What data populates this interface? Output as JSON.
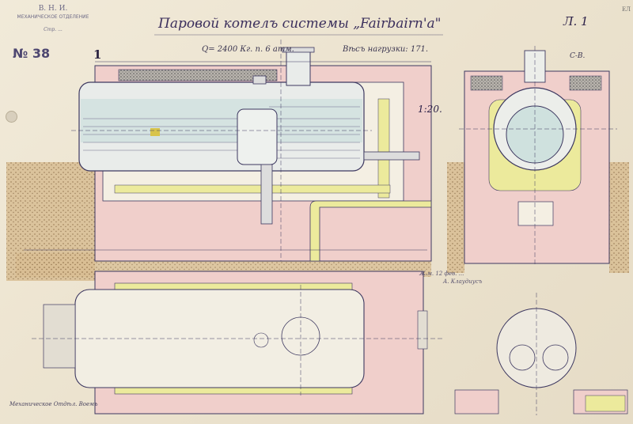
{
  "stamp": {
    "line1": "В. Н. И.",
    "line2": "МЕХАНИЧЕСКОЕ ОТДЕЛЕНИЕ",
    "line3": "Стр. ...",
    "number_label": "№ 38",
    "number_suffix": "1"
  },
  "title": "Паровой котелъ системы „Fairbairn'a\"",
  "sheet_number": "Л. 1",
  "corner_label": "ЕЛ",
  "spec_pressure": "Q= 2400 Кг. п. 6 атм.",
  "spec_mass": "Вѣсъ нагрузки: 171.",
  "scale": "1:20.",
  "section_label": "С-В.",
  "checked_note": "Ж.м. 12 фев. ...",
  "checked_sign": "А. Клаудиусъ",
  "drawn_by": "Механическое Отдѣл. Воемъ",
  "colors": {
    "paper": "#ede5d2",
    "brick": "#f0cfcb",
    "insulation": "#ecea9c",
    "line": "#3d3860",
    "water": "#cfe1de",
    "ground": "#c7a77c"
  }
}
